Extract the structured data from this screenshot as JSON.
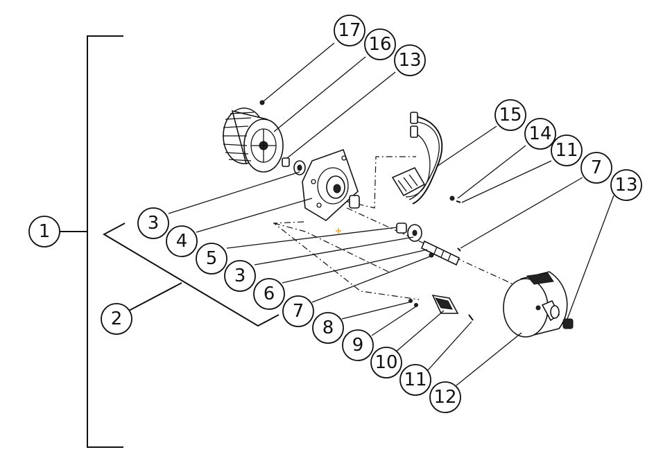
{
  "callouts": [
    {
      "id": "c17",
      "label": "17"
    },
    {
      "id": "c16",
      "label": "16"
    },
    {
      "id": "c13a",
      "label": "13"
    },
    {
      "id": "c15",
      "label": "15"
    },
    {
      "id": "c14",
      "label": "14"
    },
    {
      "id": "c11a",
      "label": "11"
    },
    {
      "id": "c7a",
      "label": "7"
    },
    {
      "id": "c13b",
      "label": "13"
    },
    {
      "id": "c1",
      "label": "1"
    },
    {
      "id": "c3a",
      "label": "3"
    },
    {
      "id": "c4",
      "label": "4"
    },
    {
      "id": "c5",
      "label": "5"
    },
    {
      "id": "c3b",
      "label": "3"
    },
    {
      "id": "c6",
      "label": "6"
    },
    {
      "id": "c7b",
      "label": "7"
    },
    {
      "id": "c2",
      "label": "2"
    },
    {
      "id": "c8",
      "label": "8"
    },
    {
      "id": "c9",
      "label": "9"
    },
    {
      "id": "c10",
      "label": "10"
    },
    {
      "id": "c11b",
      "label": "11"
    },
    {
      "id": "c12",
      "label": "12"
    }
  ]
}
